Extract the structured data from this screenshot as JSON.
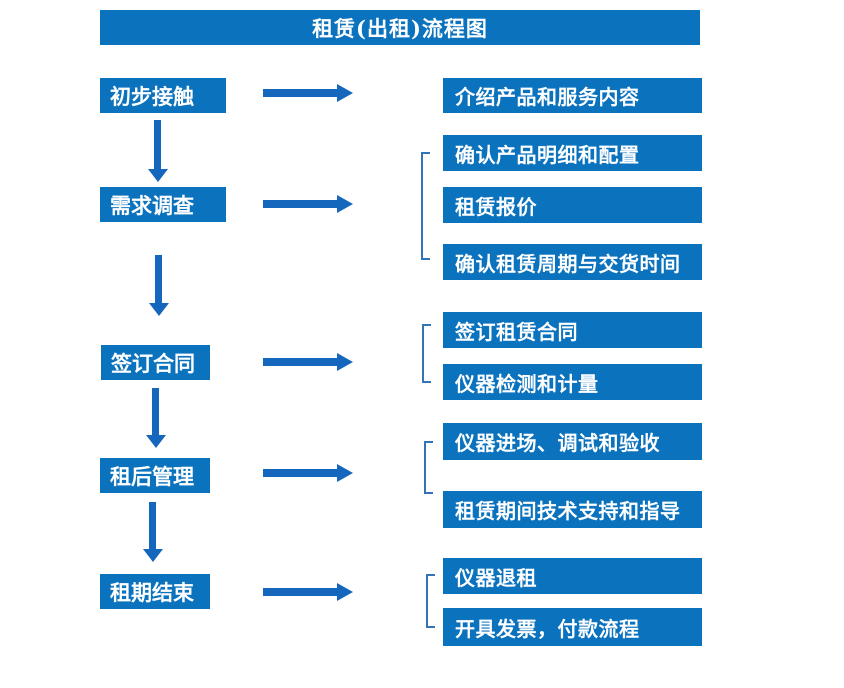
{
  "title": "租赁(出租)流程图",
  "stages": [
    {
      "label": "初步接触",
      "details": [
        "介绍产品和服务内容"
      ]
    },
    {
      "label": "需求调查",
      "details": [
        "确认产品明细和配置",
        "租赁报价",
        "确认租赁周期与交货时间"
      ]
    },
    {
      "label": "签订合同",
      "details": [
        "签订租赁合同",
        "仪器检测和计量"
      ]
    },
    {
      "label": "租后管理",
      "details": [
        "仪器进场、调试和验收",
        "租赁期间技术支持和指导"
      ]
    },
    {
      "label": "租期结束",
      "details": [
        "仪器退租",
        "开具发票，付款流程"
      ]
    }
  ],
  "colors": {
    "box_fill": "#0B72BE",
    "arrow": "#1566BD",
    "bracket": "#3374B8",
    "text": "#FFFFFF",
    "background": "#FFFFFF"
  }
}
